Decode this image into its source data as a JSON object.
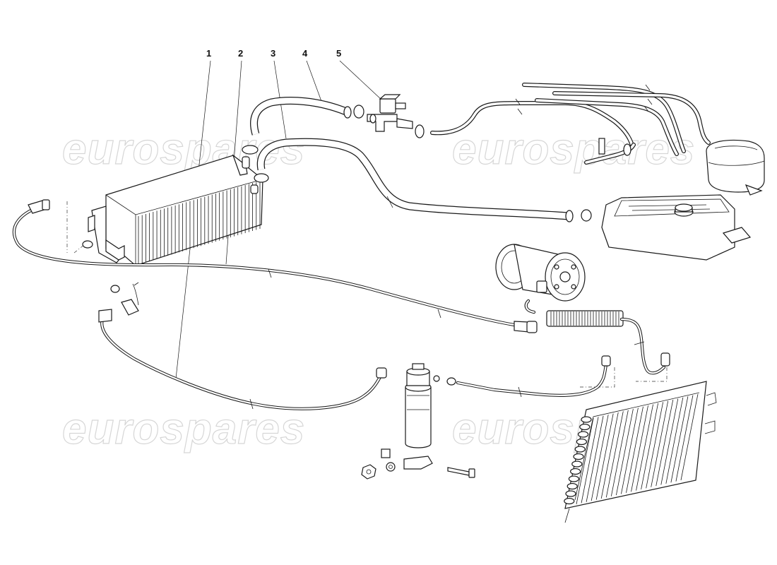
{
  "diagram": {
    "callouts": [
      "1",
      "2",
      "3",
      "4",
      "5"
    ],
    "watermark_text": "eurospares"
  },
  "components": [
    {
      "name": "evaporator-heater-core",
      "icon": "radiator-core-icon"
    },
    {
      "name": "condenser",
      "icon": "condenser-icon"
    },
    {
      "name": "compressor",
      "icon": "compressor-icon"
    },
    {
      "name": "receiver-drier",
      "icon": "filter-cylinder-icon"
    },
    {
      "name": "expansion-tank",
      "icon": "tank-icon"
    },
    {
      "name": "water-valve",
      "icon": "valve-icon"
    }
  ]
}
